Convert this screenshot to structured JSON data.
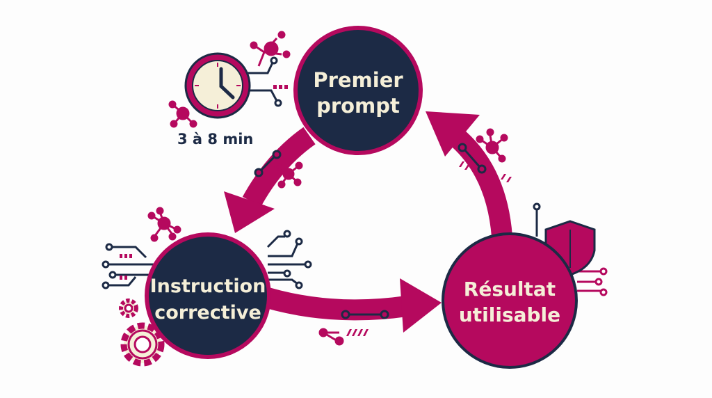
{
  "colors": {
    "magenta": "#b5095e",
    "navy": "#1c2a45",
    "cream": "#f5efd8",
    "background": "#fdfdfd"
  },
  "nodes": [
    {
      "id": "premier",
      "lines": [
        "Premier",
        "prompt"
      ]
    },
    {
      "id": "instruction",
      "lines": [
        "Instruction",
        "corrective"
      ]
    },
    {
      "id": "resultat",
      "lines": [
        "Résultat",
        "utilisable"
      ]
    }
  ],
  "timer": {
    "label": "3 à 8 min",
    "icon": "clock-icon"
  },
  "icons": [
    "network-node-icon",
    "circuit-icon",
    "gear-icon",
    "shield-icon",
    "clock-icon"
  ]
}
